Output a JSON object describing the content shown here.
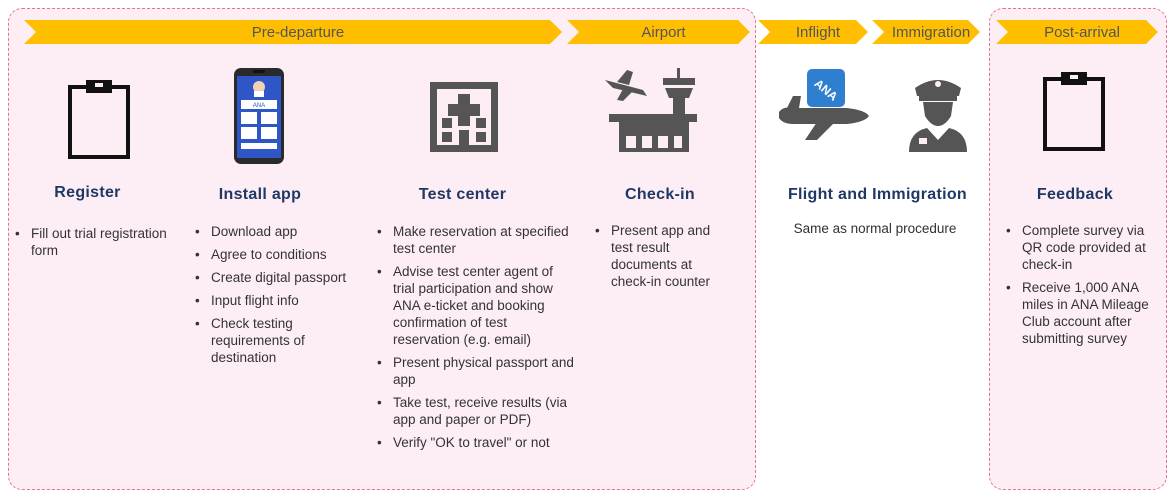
{
  "phases": {
    "pre_departure": "Pre-departure",
    "airport": "Airport",
    "inflight": "Inflight",
    "immigration": "Immigration",
    "post_arrival": "Post-arrival"
  },
  "phone_logo": "ANA",
  "tail_logo": "ANA",
  "steps": [
    {
      "title": "Register",
      "items": [
        "Fill out trial registration form"
      ]
    },
    {
      "title": "Install app",
      "items": [
        "Download app",
        "Agree to conditions",
        "Create digital passport",
        "Input flight info",
        "Check testing requirements of destination"
      ]
    },
    {
      "title": "Test center",
      "items": [
        "Make reservation at specified test center",
        "Advise test center agent of trial participation and show ANA e-ticket and booking confirmation of test reservation (e.g. email)",
        "Present physical passport and app",
        "Take test, receive results (via app and paper or PDF)",
        "Verify \"OK to travel\" or not"
      ]
    },
    {
      "title": "Check-in",
      "items": [
        "Present app and test result documents at check-in counter"
      ]
    },
    {
      "title": "Flight and Immigration",
      "note": "Same as normal procedure"
    },
    {
      "title": "Feedback",
      "items": [
        "Complete survey via QR code provided at check-in",
        "Receive 1,000 ANA miles in ANA Mileage Club account after submitting survey"
      ]
    }
  ],
  "colors": {
    "chevron": "#ffbe00",
    "panel": "#fdeef6",
    "border": "#e9728f",
    "title": "#1f3864",
    "icon": "#555555"
  }
}
